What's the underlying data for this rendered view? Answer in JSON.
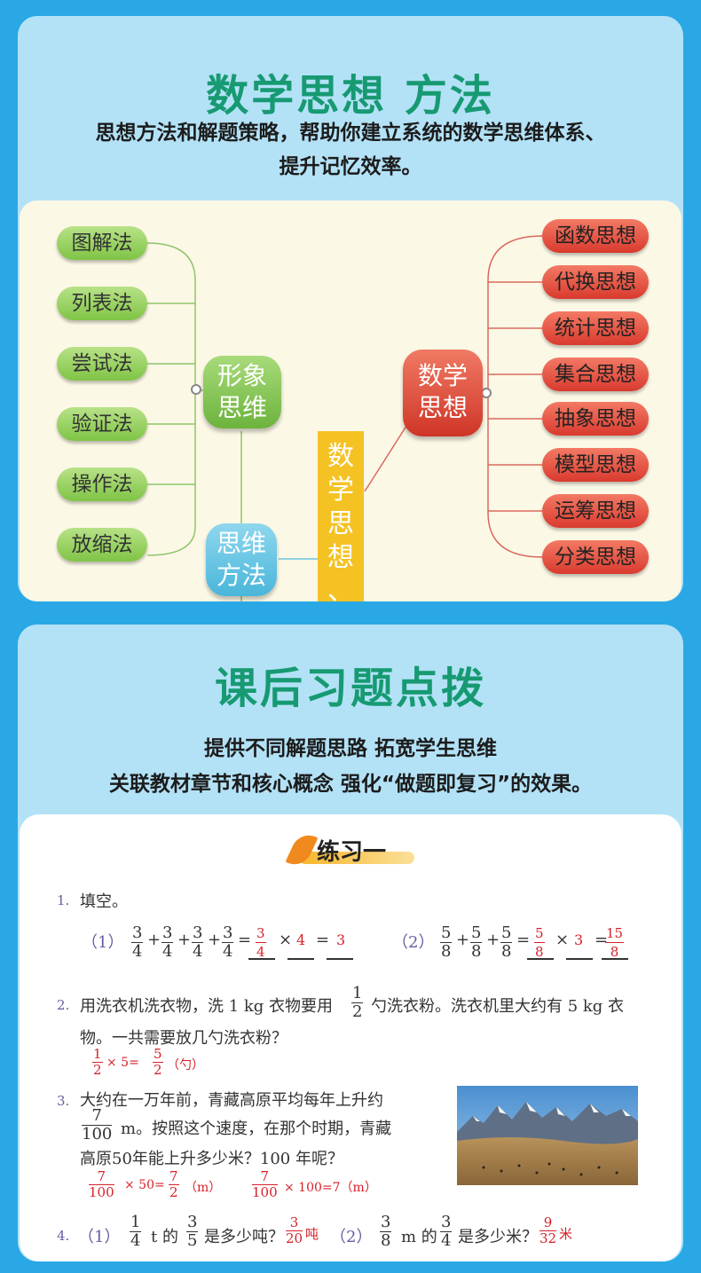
{
  "section1": {
    "title": "数学思想 方法",
    "subtitle_line1": "思想方法和解题策略，帮助你建立系统的数学思维体系、",
    "subtitle_line2": "提升记忆效率。",
    "mindmap": {
      "left_methods": [
        "图解法",
        "列表法",
        "尝试法",
        "验证法",
        "操作法",
        "放缩法"
      ],
      "node_xingxiang": [
        "形象",
        "思维"
      ],
      "node_siwei": [
        "思维",
        "方法"
      ],
      "node_shuxue": [
        "数学",
        "思想"
      ],
      "center_bar": [
        "数",
        "学",
        "思",
        "想",
        "、"
      ],
      "right_thoughts": [
        "函数思想",
        "代换思想",
        "统计思想",
        "集合思想",
        "抽象思想",
        "模型思想",
        "运筹思想",
        "分类思想"
      ],
      "colors": {
        "green": "#7fc446",
        "red": "#d93a2e",
        "blue": "#49b6da",
        "yellow": "#f5c224"
      }
    }
  },
  "section2": {
    "title": "课后习题点拨",
    "subtitle_line1": "提供不同解题思路 拓宽学生思维",
    "subtitle_line2": "关联教材章节和核心概念 强化“做题即复习”的效果。",
    "exercise": {
      "header": "练习一",
      "q1": {
        "num": "1.",
        "text": "填空。",
        "p1_label": "（1）",
        "p1_terms": [
          {
            "n": "3",
            "d": "4"
          },
          {
            "n": "3",
            "d": "4"
          },
          {
            "n": "3",
            "d": "4"
          },
          {
            "n": "3",
            "d": "4"
          }
        ],
        "p1_ans_frac": {
          "n": "3",
          "d": "4"
        },
        "p1_ans_mul": "4",
        "p1_ans_res": "3",
        "p2_label": "（2）",
        "p2_terms": [
          {
            "n": "5",
            "d": "8"
          },
          {
            "n": "5",
            "d": "8"
          },
          {
            "n": "5",
            "d": "8"
          }
        ],
        "p2_ans_frac": {
          "n": "5",
          "d": "8"
        },
        "p2_ans_mul": "3",
        "p2_ans_res": {
          "n": "15",
          "d": "8"
        },
        "plus": "+",
        "eq": "=",
        "times": "×"
      },
      "q2": {
        "num": "2.",
        "text_a": "用洗衣机洗衣物，洗 1 kg 衣物要用",
        "frac": {
          "n": "1",
          "d": "2"
        },
        "text_b": "勺洗衣粉。洗衣机里大约有 5 kg 衣",
        "text_c": "物。一共需要放几勺洗衣粉？",
        "ans_frac": {
          "n": "1",
          "d": "2"
        },
        "ans_mid": "× 5=",
        "ans_res": {
          "n": "5",
          "d": "2"
        },
        "ans_unit": "（勺）"
      },
      "q3": {
        "num": "3.",
        "text_a": "大约在一万年前，青藏高原平均每年上升约",
        "frac": {
          "n": "7",
          "d": "100"
        },
        "text_b": "m。按照这个速度，在那个时期，青藏",
        "text_c": "高原50年能上升多少米？100 年呢？",
        "ans1_frac": {
          "n": "7",
          "d": "100"
        },
        "ans1_mid": "× 50=",
        "ans1_res": {
          "n": "7",
          "d": "2"
        },
        "ans1_unit": "（m）",
        "ans2_frac": {
          "n": "7",
          "d": "100"
        },
        "ans2_mid": "× 100=7（m）"
      },
      "q4": {
        "num": "4.",
        "p1_label": "（1）",
        "p1_frac": {
          "n": "1",
          "d": "4"
        },
        "p1_mid": "t 的",
        "p1_frac2": {
          "n": "3",
          "d": "5"
        },
        "p1_end": "是多少吨？",
        "p1_ans": {
          "n": "3",
          "d": "20"
        },
        "p1_ans_unit": "吨",
        "p2_label": "（2）",
        "p2_frac": {
          "n": "3",
          "d": "8"
        },
        "p2_mid": "m 的",
        "p2_frac2": {
          "n": "3",
          "d": "4"
        },
        "p2_end": "是多少米？",
        "p2_ans": {
          "n": "9",
          "d": "32"
        },
        "p2_ans_unit": "米"
      }
    }
  }
}
